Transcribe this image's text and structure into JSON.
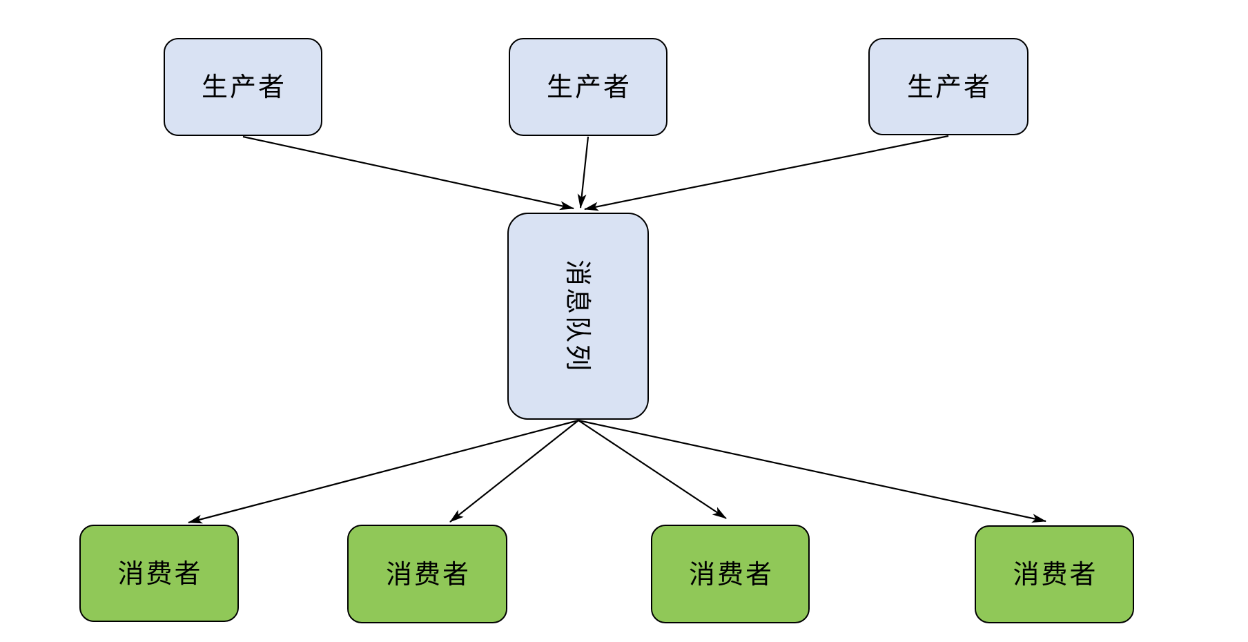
{
  "diagram": {
    "type": "message-queue-architecture",
    "colors": {
      "background": "#ffffff",
      "producer_fill": "#d9e2f3",
      "queue_fill": "#d9e2f3",
      "consumer_fill": "#90c858",
      "border_color": "#000000",
      "edge_color": "#000000",
      "text_color": "#000000"
    },
    "nodes": {
      "producers": [
        {
          "id": "producer-1",
          "label": "生产者"
        },
        {
          "id": "producer-2",
          "label": "生产者"
        },
        {
          "id": "producer-3",
          "label": "生产者"
        }
      ],
      "queue": {
        "id": "message-queue",
        "label": "消息队列",
        "text_orientation": "rotated-90-clockwise"
      },
      "consumers": [
        {
          "id": "consumer-1",
          "label": "消费者"
        },
        {
          "id": "consumer-2",
          "label": "消费者"
        },
        {
          "id": "consumer-3",
          "label": "消费者"
        },
        {
          "id": "consumer-4",
          "label": "消费者"
        }
      ]
    },
    "edges": [
      {
        "from": "producer-1",
        "to": "message-queue"
      },
      {
        "from": "producer-2",
        "to": "message-queue"
      },
      {
        "from": "producer-3",
        "to": "message-queue"
      },
      {
        "from": "message-queue",
        "to": "consumer-1"
      },
      {
        "from": "message-queue",
        "to": "consumer-2"
      },
      {
        "from": "message-queue",
        "to": "consumer-3"
      },
      {
        "from": "message-queue",
        "to": "consumer-4"
      }
    ]
  }
}
